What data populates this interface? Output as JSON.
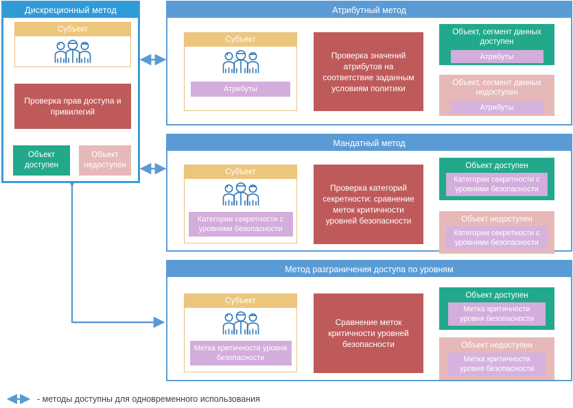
{
  "diagram": {
    "title_left_panel": "Дискреционный метод",
    "legend": {
      "arrow_icon": "double-arrow-icon",
      "text": "- методы доступны для одновременного использования"
    },
    "labels": {
      "subject": "Субъект",
      "people_icon": "three-people-icon"
    },
    "colors": {
      "panel_blue": "#5B9BD5",
      "left_panel_blue": "#2E9BD8",
      "subject_amber": "#EDC67E",
      "process_red": "#BF5A5A",
      "allowed_green": "#22A98B",
      "denied_pink": "#E7B8B8",
      "tag_purple": "#D3ADDC",
      "connector_blue": "#5B9BD5",
      "arrow_gray": "#7F7F7F"
    },
    "left_panel": {
      "subject_label": "Субъект",
      "process": "Проверка прав доступа и привилегий",
      "result_allowed": "Объект доступен",
      "result_denied": "Объект недоступен"
    },
    "panels": [
      {
        "id": "attribute-method",
        "title": "Атрибутный метод",
        "subject_label": "Субъект",
        "subject_tag": "Атрибуты",
        "process": "Проверка значений атрибутов на соответствие заданным условиям политики",
        "result_allowed_caption": "Объект, сегмент данных доступен",
        "result_allowed_tag": "Атрибуты",
        "result_denied_caption": "Объект, сегмент данных недоступен",
        "result_denied_tag": "Атрибуты"
      },
      {
        "id": "mandatory-method",
        "title": "Мандатный метод",
        "subject_label": "Субъект",
        "subject_tag": "Категории секретности с уровнями безопасности",
        "process": "Проверка категорий секретности: сравнение меток критичности уровней безопасности",
        "result_allowed_caption": "Объект доступен",
        "result_allowed_tag": "Категории секретности с уровнями безопасности",
        "result_denied_caption": "Объект недоступен",
        "result_denied_tag": "Категории секретности с уровнями безопасности"
      },
      {
        "id": "level-based-method",
        "title": "Метод разграничения доступа по уровням",
        "subject_label": "Субъект",
        "subject_tag": "Метка критичности уровня безопасности",
        "process": "Сравнение меток критичности уровней безопасности",
        "result_allowed_caption": "Объект доступен",
        "result_allowed_tag": "Метка критичности уровня безопасности",
        "result_denied_caption": "Объект недоступен",
        "result_denied_tag": "Метка критичности уровня безопасности"
      }
    ]
  }
}
